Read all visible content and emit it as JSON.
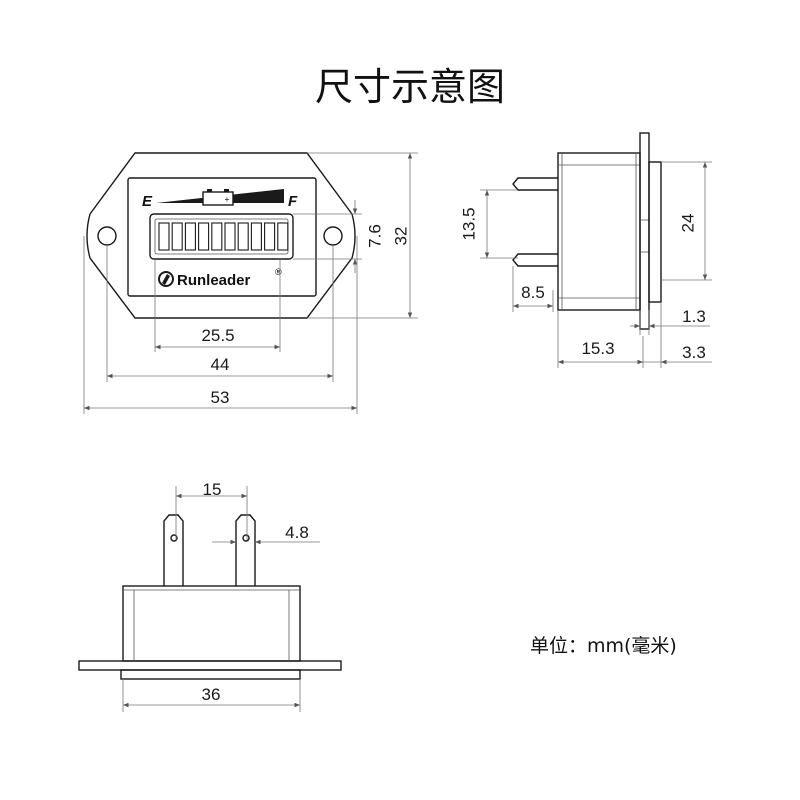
{
  "title": "尺寸示意图",
  "unit_note": "单位：mm(毫米)",
  "gauge": {
    "empty_label": "E",
    "full_label": "F",
    "brand": "Runleader",
    "registered_mark": "®",
    "battery_plus": "+",
    "battery_minus": "-"
  },
  "front_view": {
    "dim_window_height": "7.6",
    "dim_height": "32",
    "dim_window_width": "25.5",
    "dim_hole_spacing": "44",
    "dim_total_width": "53"
  },
  "side_view": {
    "dim_terminal_spacing": "13.5",
    "dim_flange_height": "24",
    "dim_terminal_length": "8.5",
    "dim_flange_thickness": "1.3",
    "dim_body_depth": "15.3",
    "dim_bezel_depth": "3.3"
  },
  "bottom_view": {
    "dim_terminal_pitch": "15",
    "dim_terminal_width": "4.8",
    "dim_body_width": "36"
  },
  "colors": {
    "line": "#1a1a1a",
    "dimension": "#777777"
  }
}
